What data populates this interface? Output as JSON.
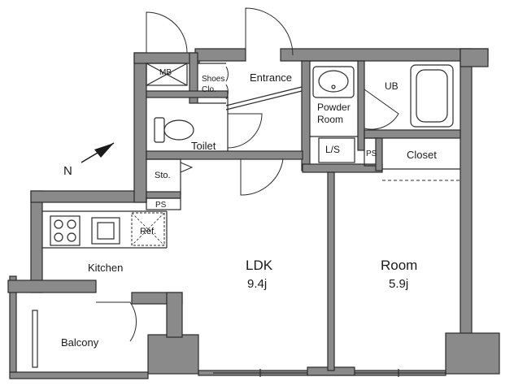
{
  "rooms": {
    "mb": "MB",
    "shoes_line1": "Shoes",
    "shoes_line2": "Clo.",
    "entrance": "Entrance",
    "powder_line1": "Powder",
    "powder_line2": "Room",
    "ub": "UB",
    "toilet": "Toilet",
    "ls": "L/S",
    "ps_bath": "PS",
    "closet": "Closet",
    "storage": "Sto.",
    "ps_kitchen": "PS",
    "refrigerator": "Ref.",
    "kitchen": "Kitchen",
    "ldk_name": "LDK",
    "ldk_size": "9.4j",
    "room_name": "Room",
    "room_size": "5.9j",
    "balcony": "Balcony"
  },
  "north_label": "N",
  "colors": {
    "wall_fill": "#8a8a8a",
    "line": "#2b2b2b",
    "background": "#ffffff"
  }
}
